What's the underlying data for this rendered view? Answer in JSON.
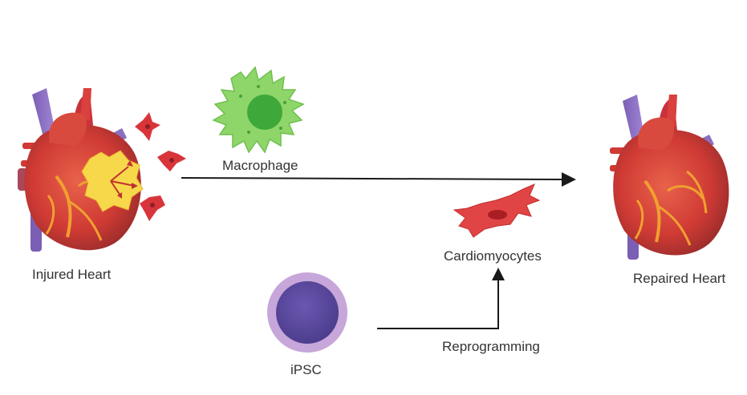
{
  "labels": {
    "injured_heart": "Injured Heart",
    "macrophage": "Macrophage",
    "cardiomyocytes": "Cardiomyocytes",
    "repaired_heart": "Repaired Heart",
    "ipsc": "iPSC",
    "reprogramming": "Reprogramming"
  },
  "icons": {
    "injured_heart": "injured-heart-icon",
    "repaired_heart": "repaired-heart-icon",
    "macrophage": "macrophage-icon",
    "cardiomyocyte": "cardiomyocyte-icon",
    "ipsc": "ipsc-cell-icon"
  },
  "colors": {
    "heart_red": "#d93a3a",
    "vessel_purple": "#8a6fc0",
    "injury_yellow": "#f7d84a",
    "macrophage_green": "#8ed66a",
    "nucleus_green": "#3fa83a",
    "ipsc_outer": "#c7a6d9",
    "ipsc_inner": "#5b4aa0",
    "arrow": "#1a1a1a"
  }
}
